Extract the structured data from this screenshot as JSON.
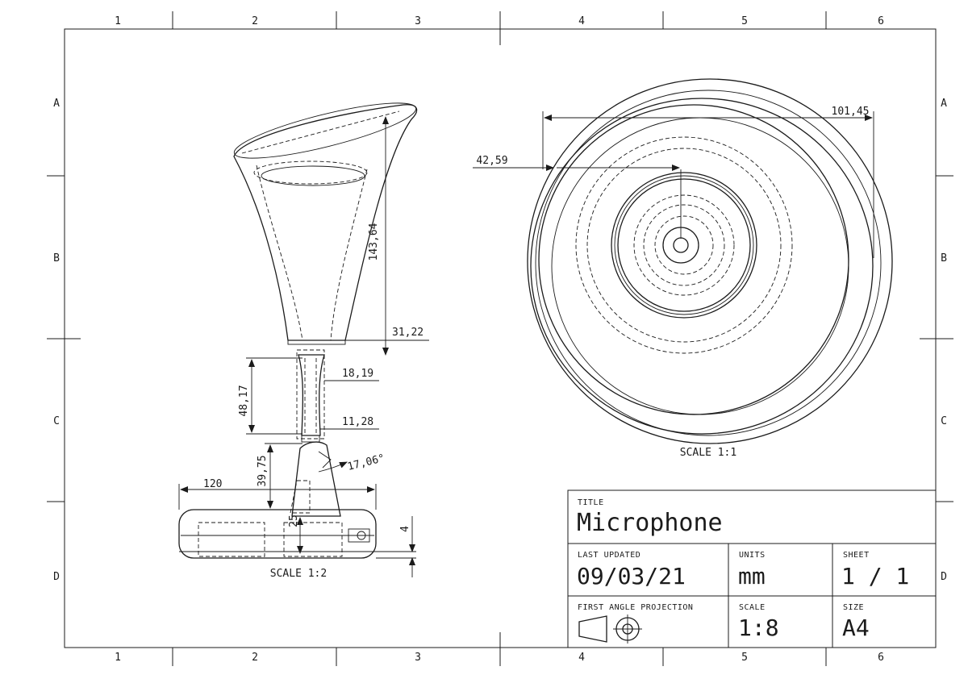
{
  "zones": {
    "cols": [
      "1",
      "2",
      "3",
      "4",
      "5",
      "6"
    ],
    "rows": [
      "A",
      "B",
      "C",
      "D"
    ]
  },
  "title_block": {
    "title_label": "TITLE",
    "title": "Microphone",
    "last_updated_label": "LAST UPDATED",
    "last_updated": "09/03/21",
    "units_label": "UNITS",
    "units": "mm",
    "sheet_label": "SHEET",
    "sheet": "1 / 1",
    "projection_label": "FIRST ANGLE PROJECTION",
    "scale_label": "SCALE",
    "scale": "1:8",
    "size_label": "SIZE",
    "size": "A4"
  },
  "side_view": {
    "scale_caption": "SCALE 1:2",
    "dims": {
      "height_head": "143,64",
      "neck_top_width": "31,22",
      "neck_mid_width": "18,19",
      "neck_length": "48,17",
      "neck_bottom_width": "11,28",
      "angle": "17,06°",
      "joint_height": "39,75",
      "base_width": "120",
      "base_small": "25",
      "base_thickness": "4"
    }
  },
  "top_view": {
    "scale_caption": "SCALE 1:1",
    "dims": {
      "outer_diameter": "101,45",
      "inner_diameter": "42,59"
    }
  }
}
